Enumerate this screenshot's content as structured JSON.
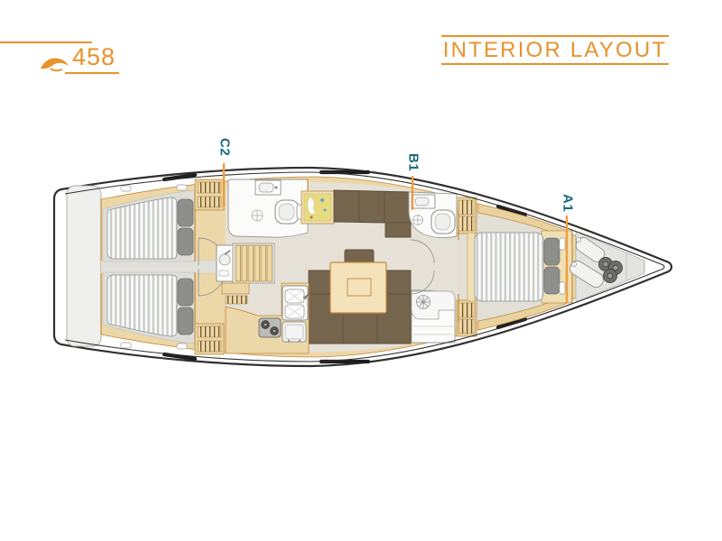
{
  "header": {
    "model": "458",
    "title": "INTERIOR LAYOUT"
  },
  "plan": {
    "labels": [
      {
        "id": "C2",
        "target": "aft-cabins"
      },
      {
        "id": "B1",
        "target": "forward-head"
      },
      {
        "id": "A1",
        "target": "owner-cabin-bulkhead"
      }
    ]
  },
  "colors": {
    "accent_orange": "#E8922C",
    "leader_orange": "#EE9C3D",
    "label_teal": "#196A80",
    "hull_outline": "#303030",
    "wood": "#ECD7A8",
    "wood_outline": "#C28A3C",
    "sofa_brown": "#76654D",
    "floor_beige": "#E5E1D7",
    "floor_gray": "#DEDDD8"
  }
}
